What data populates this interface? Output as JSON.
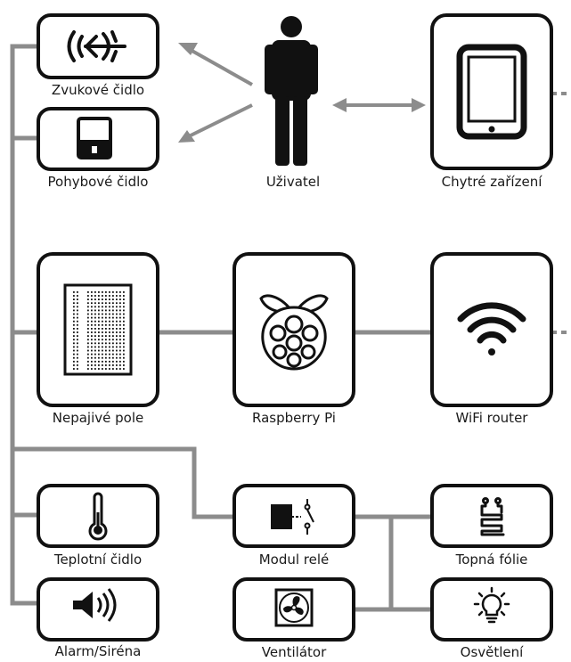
{
  "colors": {
    "line": "#8c8c8c",
    "box_stroke": "#111111",
    "icon": "#111111",
    "background": "#ffffff"
  },
  "nodes": {
    "sound_sensor": {
      "label": "Zvukové čidlo",
      "icon": "sound-wave-arrow-icon"
    },
    "motion_sensor": {
      "label": "Pohybové čidlo",
      "icon": "motion-sensor-icon"
    },
    "user": {
      "label": "Uživatel",
      "icon": "person-icon"
    },
    "smart_device": {
      "label": "Chytré zařízení",
      "icon": "tablet-icon"
    },
    "breadboard": {
      "label": "Nepajivé pole",
      "icon": "breadboard-icon"
    },
    "raspberry_pi": {
      "label": "Raspberry Pi",
      "icon": "raspberry-icon"
    },
    "wifi_router": {
      "label": "WiFi router",
      "icon": "wifi-icon"
    },
    "temp_sensor": {
      "label": "Teplotní čidlo",
      "icon": "thermometer-icon"
    },
    "alarm": {
      "label": "Alarm/Siréna",
      "icon": "speaker-icon"
    },
    "relay": {
      "label": "Modul relé",
      "icon": "relay-icon"
    },
    "fan": {
      "label": "Ventilátor",
      "icon": "fan-icon"
    },
    "heating_foil": {
      "label": "Topná fólie",
      "icon": "heating-coil-icon"
    },
    "lighting": {
      "label": "Osvětlení",
      "icon": "light-bulb-icon"
    }
  }
}
